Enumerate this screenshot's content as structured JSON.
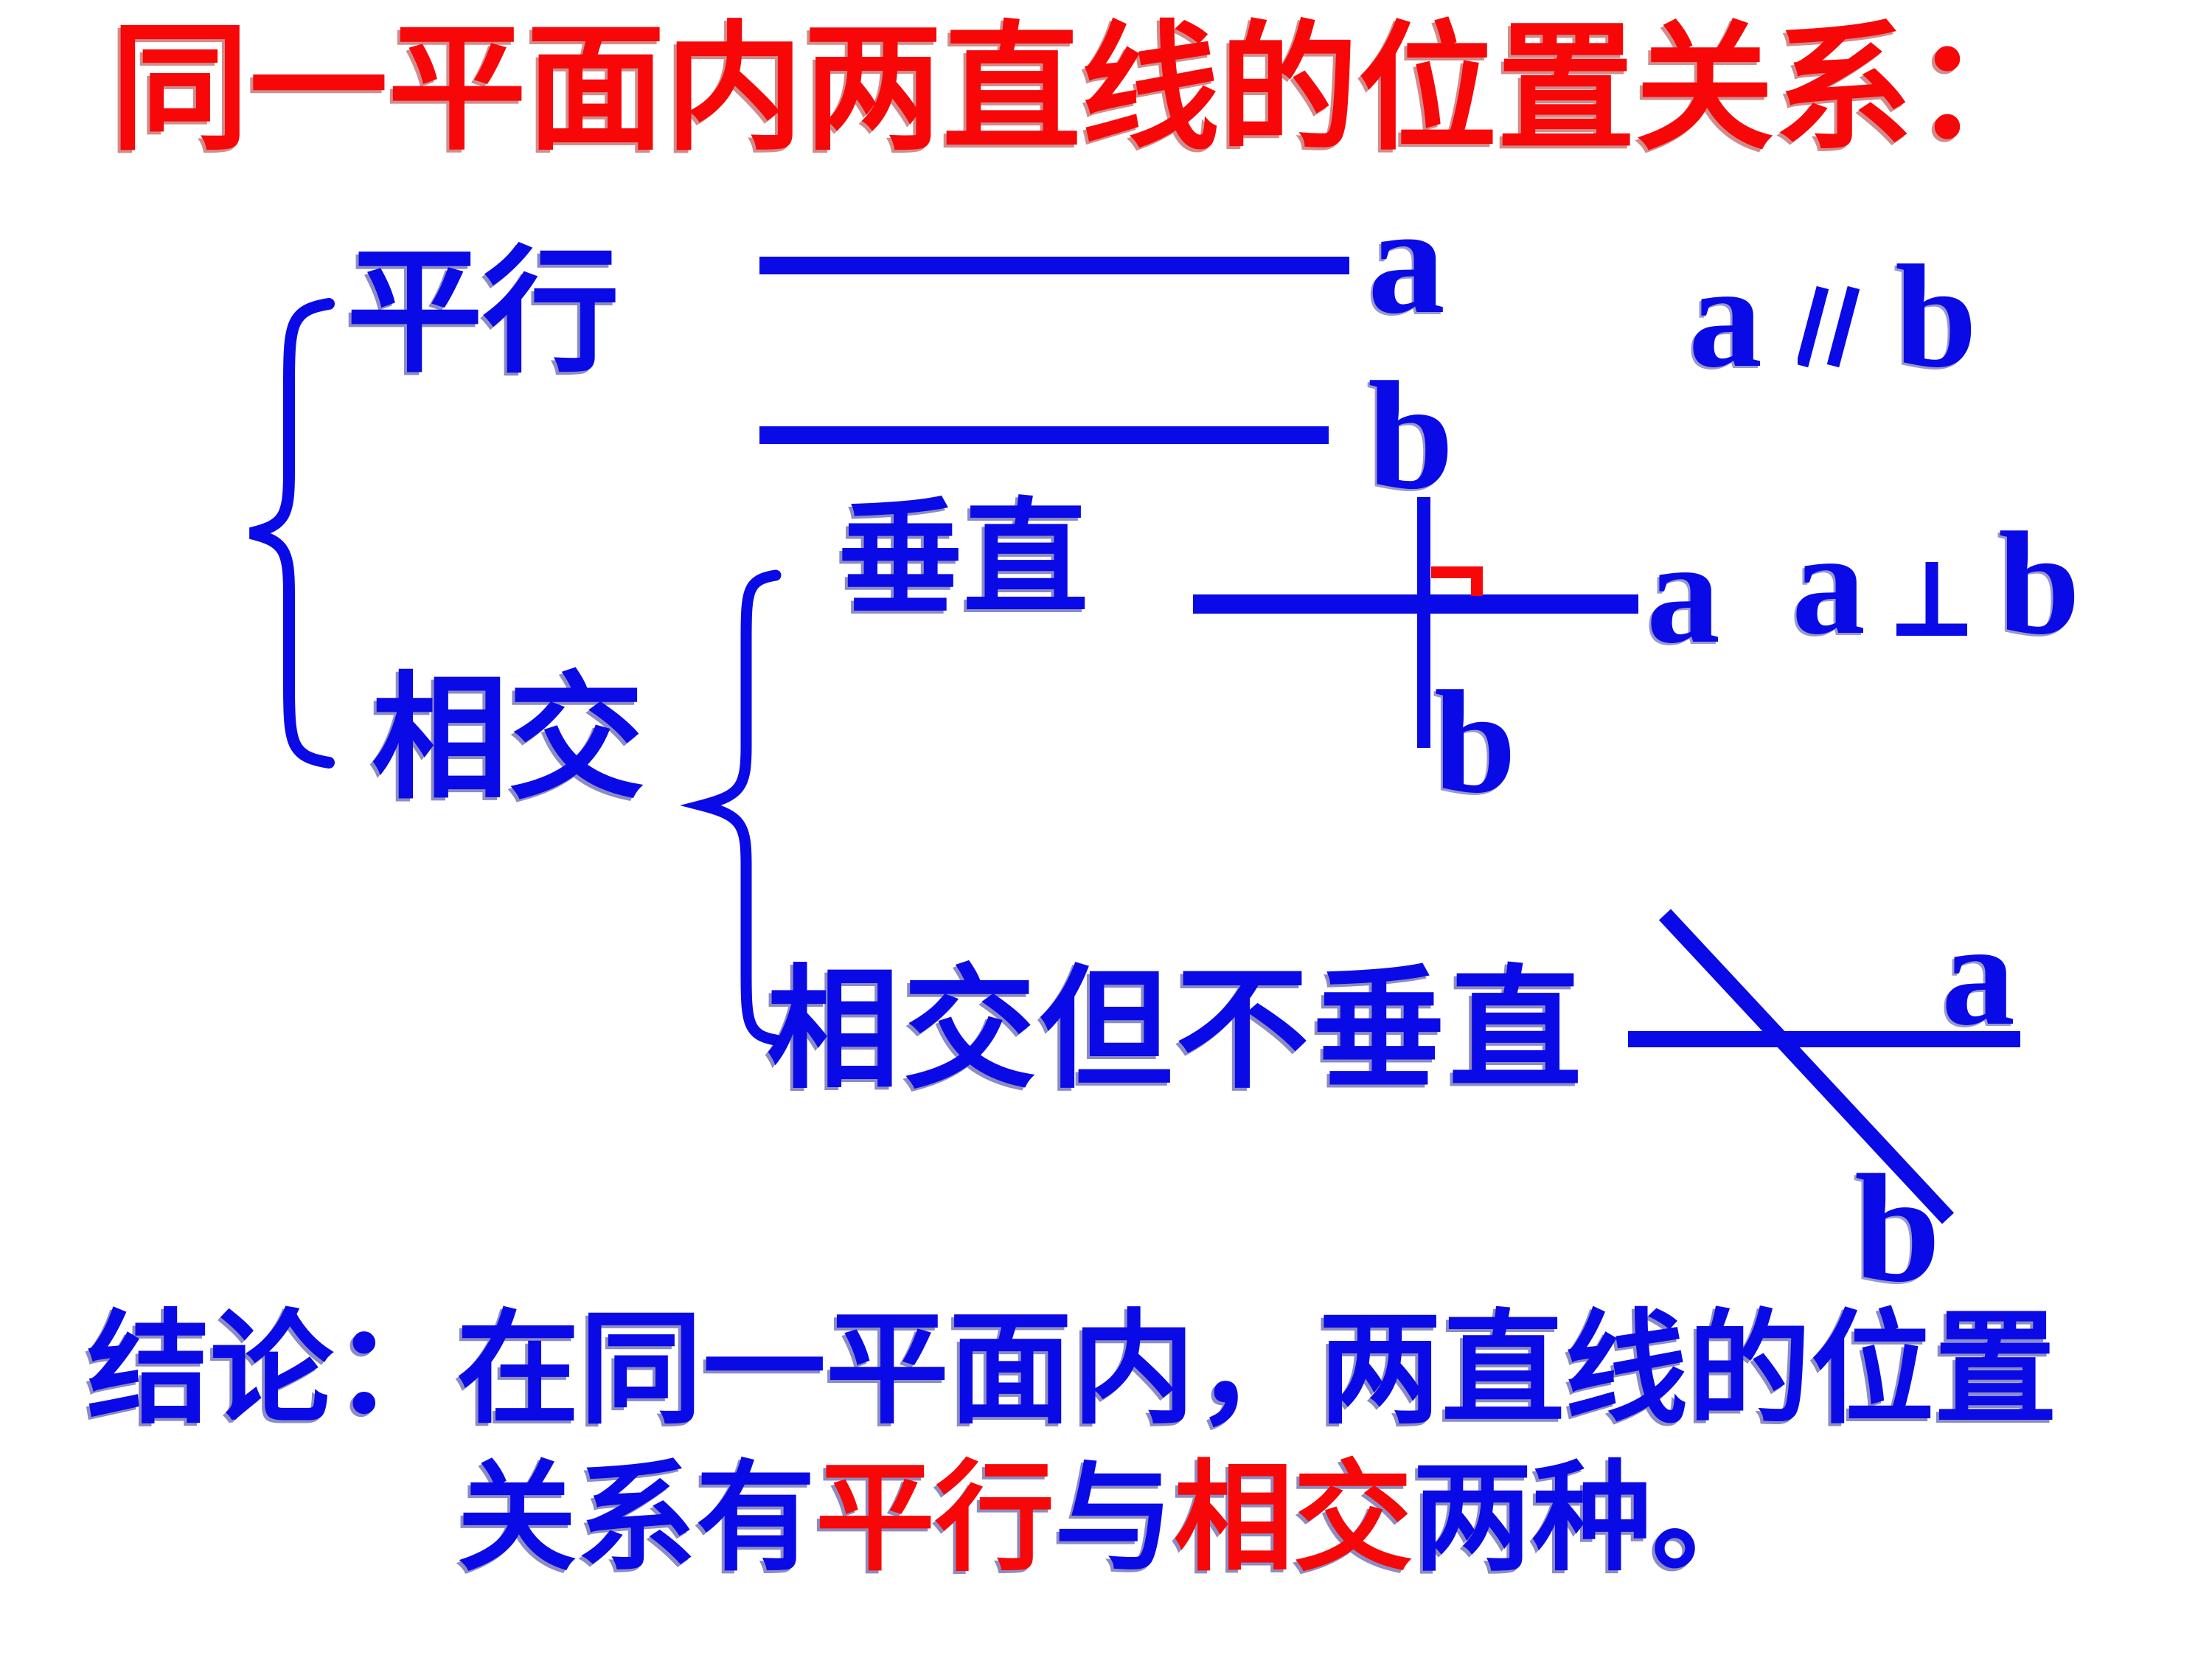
{
  "colors": {
    "blue": "#0a0ae6",
    "red": "#f70707",
    "angle_mark_red": "#f70707",
    "background": "#ffffff"
  },
  "title": "同一平面内两直线的位置关系：",
  "tree": {
    "parallel": {
      "label": "平行",
      "diagram": {
        "line_a_label": "a",
        "line_b_label": "b"
      },
      "formula": {
        "left": "a",
        "symbol": "∥",
        "right": "b"
      }
    },
    "intersect": {
      "label": "相交",
      "perpendicular": {
        "label": "垂直",
        "diagram": {
          "line_a_label": "a",
          "line_b_label": "b"
        },
        "formula": {
          "left": "a",
          "symbol": "⊥",
          "right": "b"
        }
      },
      "oblique": {
        "label": "相交但不垂直",
        "diagram": {
          "line_a_label": "a",
          "line_b_label": "b"
        }
      }
    }
  },
  "conclusion": {
    "line1": "结论：在同一平面内，两直线的位置",
    "line2": {
      "blue1": "关系有",
      "red1": "平行",
      "blue2": "与",
      "red2": "相交",
      "blue3": "两种。"
    }
  }
}
